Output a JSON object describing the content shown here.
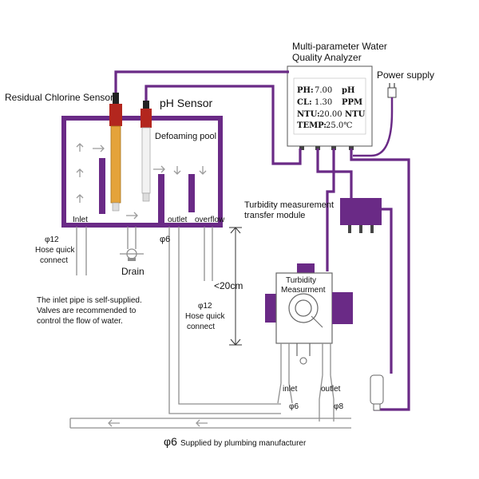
{
  "colors": {
    "purple": "#6a2a86",
    "red": "#b3261e",
    "orange": "#e4a33a",
    "gray": "#8f8f8f"
  },
  "labels": {
    "analyzer_title_1": "Multi-parameter Water",
    "analyzer_title_2": "Quality Analyzer",
    "power_supply": "Power supply",
    "residual_chlorine": "Residual Chlorine Sensor",
    "ph_sensor": "pH Sensor",
    "defoaming_pool": "Defoaming pool",
    "inlet": "Inlet",
    "outlet": "outlet",
    "overflow": "overflow",
    "phi12_left": "φ12",
    "hose_left_1": "Hose quick",
    "hose_left_2": "connect",
    "drain": "Drain",
    "phi6_pool": "φ6",
    "self_supplied_1": "The inlet pipe is self-supplied.",
    "self_supplied_2": "Valves are recommended to",
    "self_supplied_3": "control the flow of water.",
    "height": "<20cm",
    "phi12_mid": "φ12",
    "hose_mid_1": "Hose quick",
    "hose_mid_2": "connect",
    "transfer_1": "Turbidity measurement",
    "transfer_2": "transfer module",
    "turbidity_1": "Turbidity",
    "turbidity_2": "Measurment",
    "t_inlet": "inlet",
    "t_outlet": "outlet",
    "phi6_t": "φ6",
    "phi8_t": "φ8",
    "phi6_bottom": "φ6",
    "supplied_by": "Supplied by plumbing manufacturer"
  },
  "display": {
    "ph_label": "PH:",
    "ph_value": "7.00",
    "ph_unit": "pH",
    "cl_label": "CL:",
    "cl_value": "1.30",
    "cl_unit": "PPM",
    "ntu_label": "NTU:",
    "ntu_value": "20.00",
    "ntu_unit": "NTU",
    "temp_label": "TEMP:",
    "temp_value": "25.0℃"
  }
}
